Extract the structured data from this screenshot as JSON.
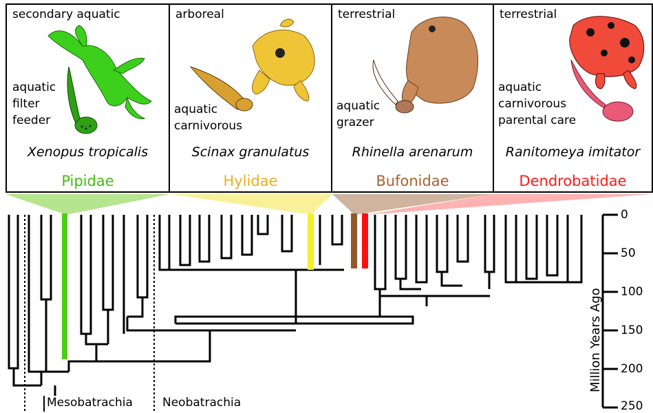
{
  "panels": [
    {
      "habitat": "secondary aquatic",
      "larva": [
        "aquatic",
        "filter",
        "feeder"
      ],
      "species": "Xenopus tropicalis",
      "family": "Pipidae",
      "color": "#3fbf10"
    },
    {
      "habitat": "arboreal",
      "larva": [
        "aquatic",
        "carnivorous"
      ],
      "species": "Scinax granulatus",
      "family": "Hylidae",
      "color": "#e8b020"
    },
    {
      "habitat": "terrestrial",
      "larva": [
        "aquatic",
        "grazer"
      ],
      "species": "Rhinella arenarum",
      "family": "Bufonidae",
      "color": "#a8612e"
    },
    {
      "habitat": "terrestrial",
      "larva": [
        "aquatic",
        "carnivorous",
        "parental care"
      ],
      "species": "Ranitomeya imitator",
      "family": "Dendrobatidae",
      "color": "#ff1a1a"
    }
  ],
  "axis": {
    "title": "Million Years Ago",
    "ticks": [
      "0",
      "50",
      "100",
      "150",
      "200",
      "250"
    ]
  },
  "clades": {
    "left": "Mesobatrachia",
    "right": "Neobatrachia"
  },
  "highlight_colors": {
    "pipidae": "#4cce16",
    "hylidae": "#f4ee2c",
    "bufonidae": "#93592b",
    "dendrobatidae": "#ff1010"
  }
}
